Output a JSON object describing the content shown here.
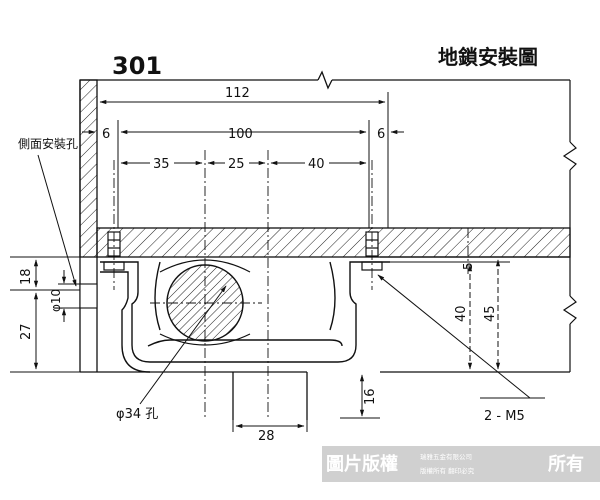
{
  "drawing": {
    "model_no": "301",
    "title": "地鎖安裝圖",
    "side_hole_label": "側面安裝孔",
    "dims": {
      "overall": "112",
      "inner": "100",
      "gap_left": "6",
      "gap_right": "6",
      "seg_a": "35",
      "seg_b": "25",
      "seg_c": "40",
      "left_upper": "18",
      "left_hole": "φ10",
      "left_lower": "27",
      "right_inner": "40",
      "right_outer": "45",
      "right_top": "5",
      "bottom_width": "28",
      "bottom_height": "16",
      "bolt_hole": "φ34 孔",
      "bolts": "2 - M5"
    }
  },
  "watermark": {
    "main": "圖片版權",
    "line1": "瑞雅五金有限公司",
    "line2": "版權所有 翻印必究",
    "tail": "所有"
  }
}
